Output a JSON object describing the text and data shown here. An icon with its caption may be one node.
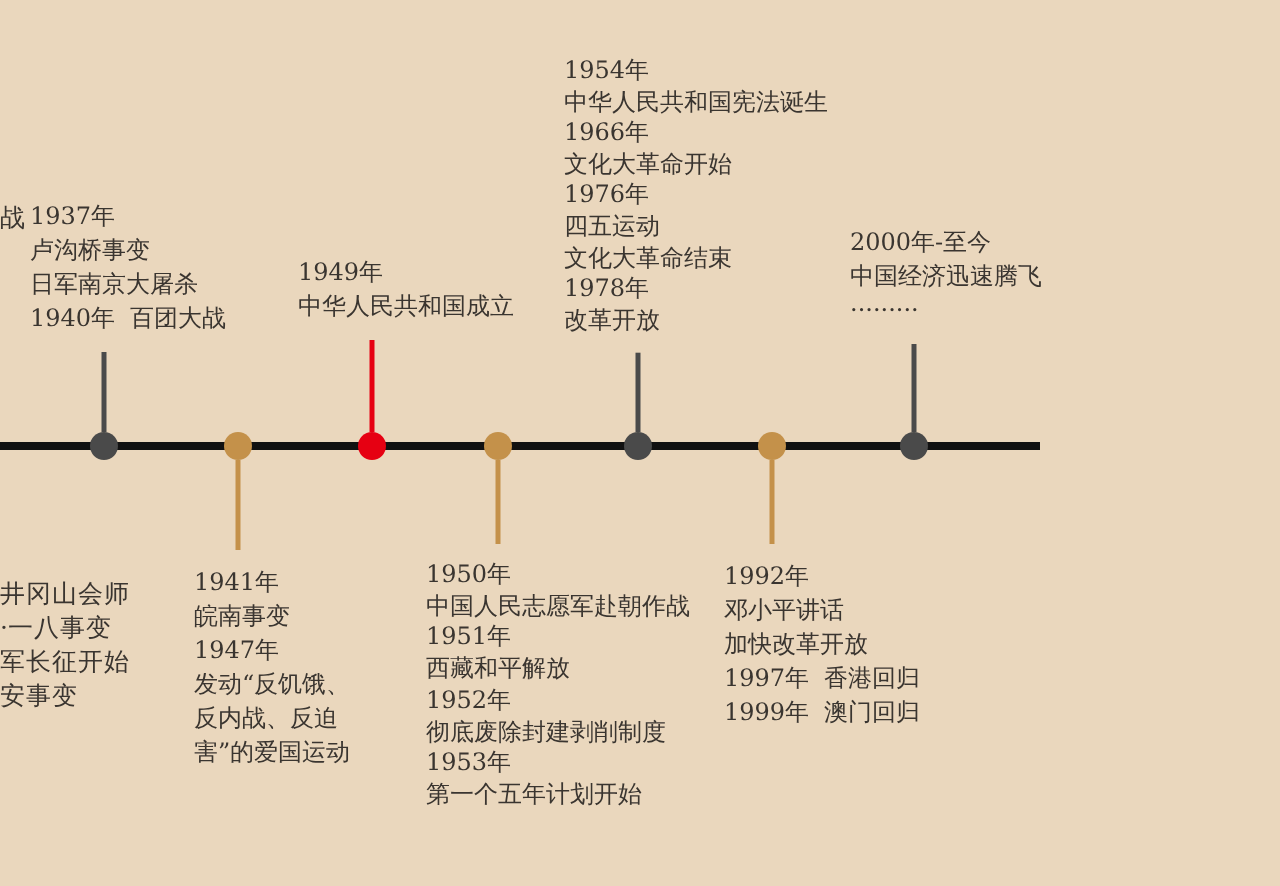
{
  "diagram": {
    "nodes": [
      {
        "text": [
          "1937年",
          "卢沟桥事变",
          "日军南京大屠杀",
          "1940年  百团大战"
        ]
      },
      {
        "text": [
          "1941年",
          "皖南事变",
          "1947年",
          "发动“反饥饿、反内战、反迫害”的爱国运动"
        ]
      },
      {
        "text": [
          "1949年",
          "中华人民共和国成立"
        ]
      },
      {
        "text": [
          "1950年",
          "中国人民志愿军赴朝作战",
          "1951年",
          "西藏和平解放",
          "1952年",
          "彻底废除封建剥削制度",
          "1953年",
          "第一个五年计划开始"
        ]
      },
      {
        "text": [
          "1954年",
          "中华人民共和国宪法诞生",
          "1966年",
          "文化大革命开始",
          "1976年",
          "四五运动",
          "文化大革命结束",
          "1978年",
          "改革开放"
        ]
      },
      {
        "text": [
          "1992年",
          "邓小平讲话",
          "加快改革开放",
          "1997年  香港回归",
          "1999年  澳门回归"
        ]
      },
      {
        "text": [
          "2000年-至今",
          "中国经济迅速腾飞",
          "·········"
        ]
      },
      {
        "text": [],
        "shape": "circle"
      },
      {
        "text": [],
        "shape": "circle"
      },
      {
        "text": [],
        "shape": "circle"
      },
      {
        "text": [],
        "shape": "circle"
      },
      {
        "text": [],
        "shape": "circle"
      },
      {
        "text": [],
        "shape": "circle"
      },
      {
        "text": [],
        "shape": "circle"
      }
    ],
    "edges": [
      {
        "from": 0,
        "to": 7,
        "arrow": "none",
        "color": "#4a4a4a"
      },
      {
        "from": 1,
        "to": 8,
        "arrow": "none",
        "color": "#c4914a"
      },
      {
        "from": 2,
        "to": 9,
        "arrow": "none",
        "color": "#e60012"
      },
      {
        "from": 3,
        "to": 10,
        "arrow": "none",
        "color": "#c4914a"
      },
      {
        "from": 4,
        "to": 11,
        "arrow": "none",
        "color": "#4a4a4a"
      },
      {
        "from": 5,
        "to": 12,
        "arrow": "none",
        "color": "#c4914a"
      },
      {
        "from": 6,
        "to": 13,
        "arrow": "none",
        "color": "#4a4a4a"
      }
    ],
    "labels": [
      "战",
      "井冈山会师",
      "·一八事变",
      "军长征开始",
      "安事变"
    ]
  }
}
